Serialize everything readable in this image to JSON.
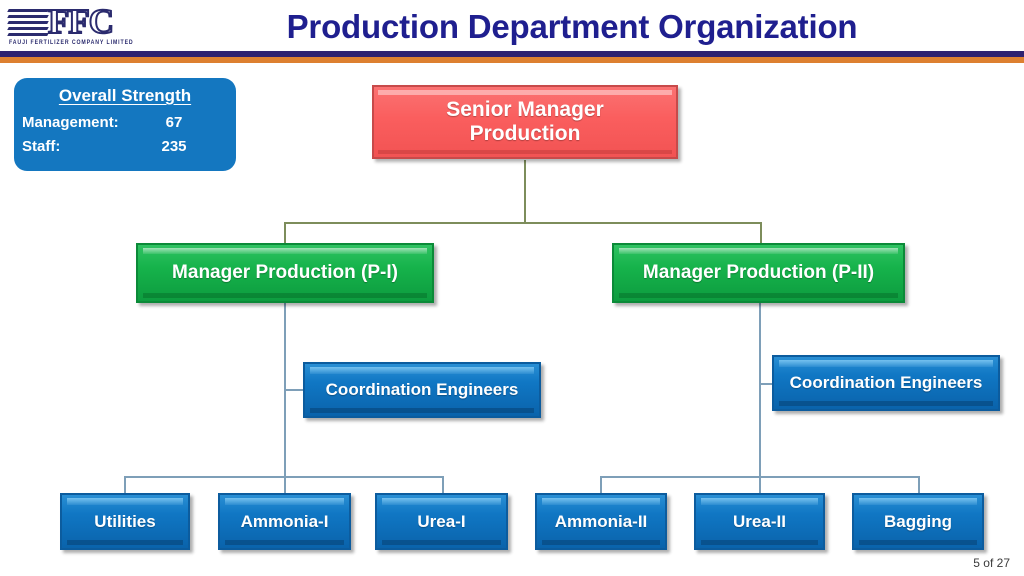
{
  "header": {
    "title": "Production Department Organization",
    "logo": {
      "mark": "FFC",
      "subtitle": "FAUJI FERTILIZER COMPANY LIMITED"
    },
    "rule_navy_color": "#2e2170",
    "rule_orange_color": "#dd8030"
  },
  "strength_panel": {
    "title": "Overall Strength",
    "rows": [
      {
        "label": "Management:",
        "value": "67"
      },
      {
        "label": "Staff:",
        "value": "235"
      }
    ],
    "background_color": "#1477c0"
  },
  "chart_data": {
    "type": "org-chart",
    "title": "Production Department Organization",
    "colors": {
      "root": "#fa5e5e",
      "level2": "#16b34b",
      "level3": "#1077c4",
      "leaf": "#1077c4",
      "connector_top": "#7d8d5b",
      "connector_bottom": "#7e9fb8"
    },
    "nodes": [
      {
        "id": "root",
        "label": "Senior Manager\nProduction",
        "line1": "Senior Manager",
        "line2": "Production",
        "level": 1,
        "color": "red"
      },
      {
        "id": "mp1",
        "label": "Manager Production (P-I)",
        "level": 2,
        "color": "green",
        "parent": "root"
      },
      {
        "id": "mp2",
        "label": "Manager Production (P-II)",
        "level": 2,
        "color": "green",
        "parent": "root"
      },
      {
        "id": "coord1",
        "label": "Coordination  Engineers",
        "level": 3,
        "color": "blue",
        "parent": "mp1",
        "staff_node": true
      },
      {
        "id": "coord2",
        "label": "Coordination  Engineers",
        "level": 3,
        "color": "blue",
        "parent": "mp2",
        "staff_node": true
      },
      {
        "id": "utilities",
        "label": "Utilities",
        "level": 4,
        "color": "blue",
        "parent": "mp1"
      },
      {
        "id": "ammonia1",
        "label": "Ammonia-I",
        "level": 4,
        "color": "blue",
        "parent": "mp1"
      },
      {
        "id": "urea1",
        "label": "Urea-I",
        "level": 4,
        "color": "blue",
        "parent": "mp1"
      },
      {
        "id": "ammonia2",
        "label": "Ammonia-II",
        "level": 4,
        "color": "blue",
        "parent": "mp2"
      },
      {
        "id": "urea2",
        "label": "Urea-II",
        "level": 4,
        "color": "blue",
        "parent": "mp2"
      },
      {
        "id": "bagging",
        "label": "Bagging",
        "level": 4,
        "color": "blue",
        "parent": "mp2"
      }
    ],
    "overall_strength": {
      "management": 67,
      "staff": 235
    }
  },
  "footer": {
    "page_indicator": "5 of 27"
  }
}
